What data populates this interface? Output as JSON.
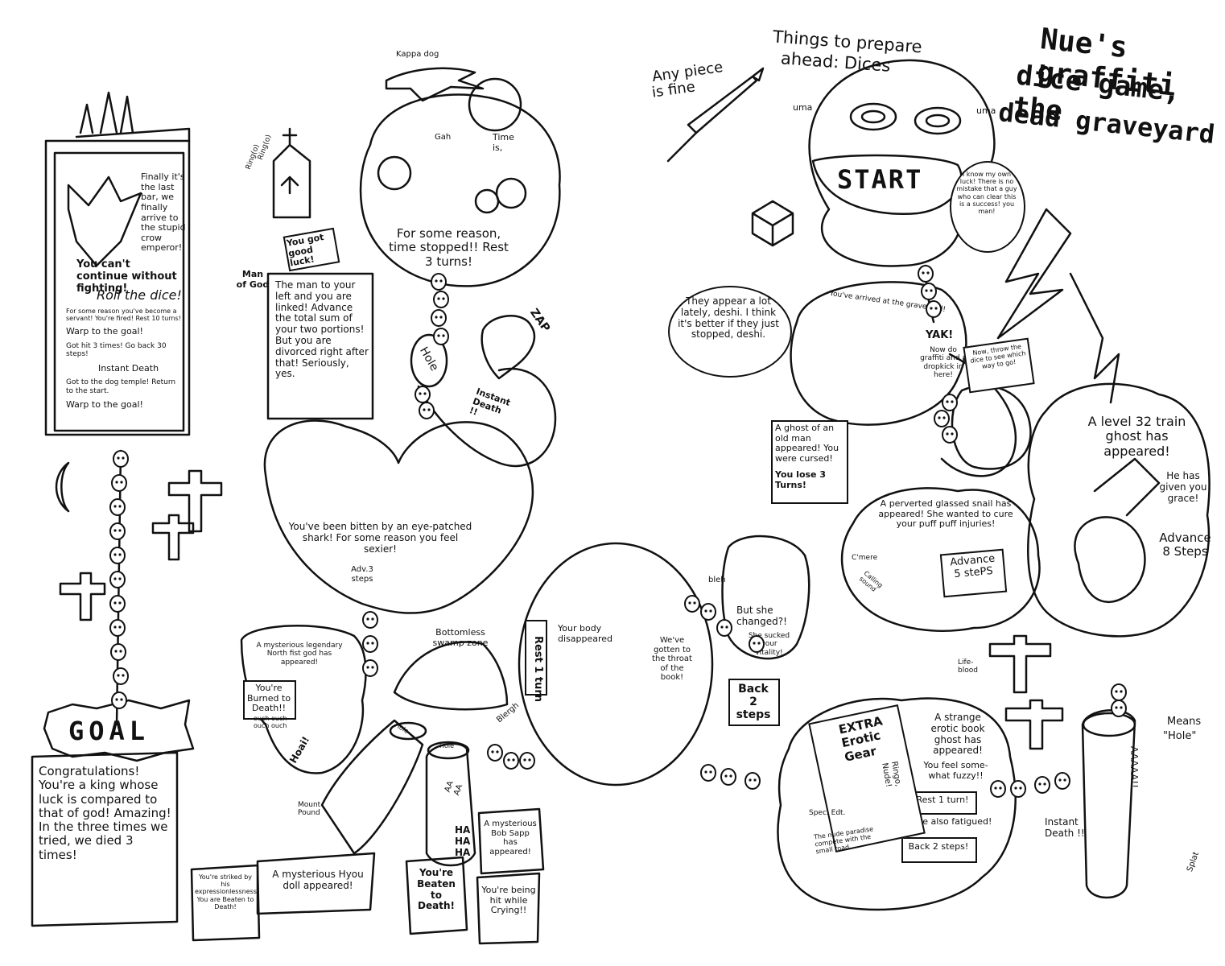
{
  "title": {
    "line1": "Nue's graffiti",
    "line2": "dice game, the",
    "line3": "dead graveyard"
  },
  "prep": {
    "line1": "Things to prepare",
    "line2": "ahead: Dices",
    "piece1": "Any piece",
    "piece2": "is fine"
  },
  "skull_labels": {
    "left": "uma",
    "right": "uma",
    "start": "START"
  },
  "mon_bubble": {
    "text": "I know my own luck! There is no mistake that a guy who can clear this is a success! you man!"
  },
  "ghost_speech": {
    "text": "They appear a lot lately, deshi. I think it's better if they just stopped, deshi."
  },
  "graveyard": {
    "arrived": "You've arrived at the graveyard!",
    "yak": "YAK!",
    "graffiti": "Now do graffiti and a dropkick in here!"
  },
  "signpost": {
    "text": "Now, throw the dice to see which way to go!"
  },
  "old_man_ghost": {
    "text": "A ghost of an old man appeared! You were cursed!",
    "lose": "You lose 3 Turns!"
  },
  "train_ghost": {
    "title": "A level 32 train ghost has appeared!",
    "grace": "He has given you grace!",
    "advance": "Advance 8 Steps"
  },
  "snail": {
    "text": "A perverted glassed snail has appeared! She wanted to cure your puff puff injuries!",
    "advance": "Advance 5 stePS",
    "cmere": "C'mere",
    "calling": "Calling sound"
  },
  "changed": {
    "bleh": "bleh",
    "text": "But she changed?!",
    "sucked": "She sucked your vitality!",
    "back": "Back 2 steps"
  },
  "body": {
    "rest": "Rest 1 turn",
    "disappeared": "Your body disappeared",
    "throat": "We've gotten to the throat of the book!",
    "blergh": "Blergh"
  },
  "erotic": {
    "title": "A strange erotic book ghost has appeared!",
    "fuzzy": "You feel some- what fuzzy!!",
    "rest": "Rest 1 turn!",
    "fatigued": "You're also fatigued!",
    "back": "Back 2 steps!",
    "book_title": "EXTRA Erotic Gear",
    "spec": "Spec. Edt.",
    "nude": "The nude paradise compete with the small road",
    "ringo": "Ringo, Nude!"
  },
  "hole_right": {
    "means1": "Means",
    "means2": "\"Hole\"",
    "aaah": "AAAAA!!",
    "death": "Instant Death !!",
    "splat": "Splat",
    "lifeblood": "Life- blood"
  },
  "kappa": {
    "label": "Kappa dog"
  },
  "church": {
    "ring1": "Ring(o)",
    "ring2": "Ring(o)"
  },
  "time_bubble": {
    "gah": "Gah",
    "timeis": "Time is,",
    "text": "For some reason, time stopped!! Rest 3 turns!"
  },
  "zap": {
    "label": "ZAP"
  },
  "hole_mid": {
    "label": "Hole",
    "death": "Instant Death !!"
  },
  "man_of_god": {
    "label": "Man of God",
    "luck": "You got good luck!",
    "text": "The man to your left and you are linked! Advance the total sum of your two portions! But you are divorced right after that! Seriously, yes."
  },
  "crow_board": {
    "intro": "Finally it's the last bar, we finally arrive to the stupid crow emperor!",
    "fight": "You can't continue without fighting!",
    "roll": "Roll the dice!",
    "options": [
      "For some reason you've become a servant! You're fired! Rest 10 turns!",
      "Warp to the goal!",
      "Got hit 3 times! Go back 30 steps!",
      "Instant Death",
      "Got to the dog temple! Return to the start.",
      "Warp to the goal!"
    ]
  },
  "shark": {
    "text": "You've been bitten by an eye-patched shark! For some reason you feel sexier!",
    "adv": "Adv.3 steps"
  },
  "north_fist": {
    "text": "A mysterious legendary North fist god has appeared!",
    "burned": "You're Burned to Death!!",
    "ouch": "ouch ouch ouch ouch",
    "hoai": "Hoai!"
  },
  "swamp": {
    "text": "Bottomless swamp zone"
  },
  "holes": {
    "h1": "Hole",
    "h2": "Hole"
  },
  "hyou": {
    "mount": "Mount Pound",
    "striked": "You're striked by his expressionlessness! You are Beaten to Death!",
    "doll": "A mysterious Hyou doll appeared!"
  },
  "sapp": {
    "text": "A mysterious Bob Sapp has appeared!",
    "beaten": "You're Beaten to Death!",
    "crying": "You're being hit while Crying!!",
    "haha": "HA HA HA",
    "aaa": "AA AA"
  },
  "goal": {
    "label": "GOAL",
    "text": "Congratulations! You're a king whose luck is compared to that of god! Amazing! In the three times we tried, we died 3 times!"
  }
}
